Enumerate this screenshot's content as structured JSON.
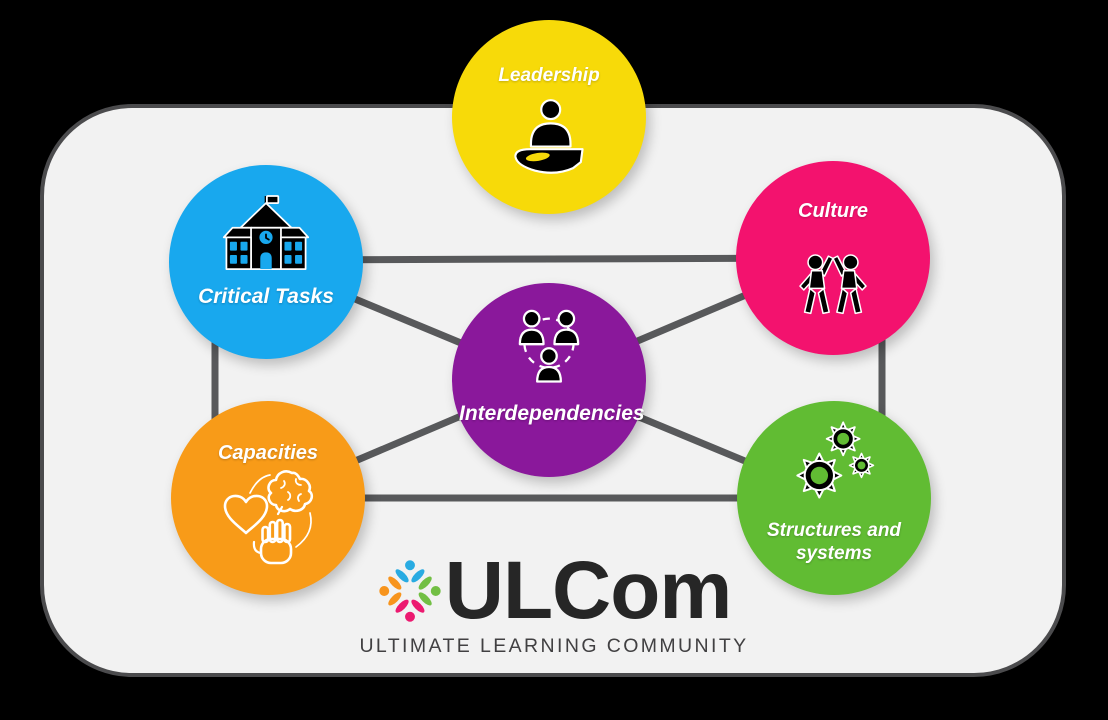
{
  "canvas": {
    "background": "#000000"
  },
  "panel": {
    "fill": "#F2F2F2",
    "border_color": "#4B4B4D"
  },
  "title_implicit": "",
  "nodes": [
    {
      "id": "leadership",
      "label": "Leadership",
      "color": "#F7DA09",
      "icon": "serving-hand-person-icon"
    },
    {
      "id": "critical_tasks",
      "label": "Critical Tasks",
      "color": "#18A8EE",
      "icon": "school-building-icon"
    },
    {
      "id": "culture",
      "label": "Culture",
      "color": "#F3126E",
      "icon": "high-five-people-icon"
    },
    {
      "id": "interdependencies",
      "label": "Interdependencies",
      "color": "#8A189B",
      "icon": "connected-people-network-icon"
    },
    {
      "id": "capacities",
      "label": "Capacities",
      "color": "#F89B18",
      "icon": "heart-brain-hand-cycle-icon"
    },
    {
      "id": "structures_systems",
      "label": "Structures and systems",
      "color": "#61BC33",
      "icon": "gears-icon"
    }
  ],
  "connectors": {
    "color": "#58595B",
    "links": [
      [
        "critical_tasks",
        "culture"
      ],
      [
        "capacities",
        "structures_systems"
      ],
      [
        "critical_tasks",
        "capacities"
      ],
      [
        "culture",
        "structures_systems"
      ],
      [
        "critical_tasks",
        "structures_systems"
      ],
      [
        "culture",
        "capacities"
      ]
    ]
  },
  "logo": {
    "wordmark": "ULCom",
    "tagline": "ULTIMATE LEARNING COMMUNITY",
    "wordmark_color": "#262626",
    "tagline_color": "#414042",
    "flower_colors": {
      "blue": "#29ABE2",
      "green": "#72BF44",
      "pink": "#EC1A70",
      "orange": "#F7941D"
    }
  }
}
